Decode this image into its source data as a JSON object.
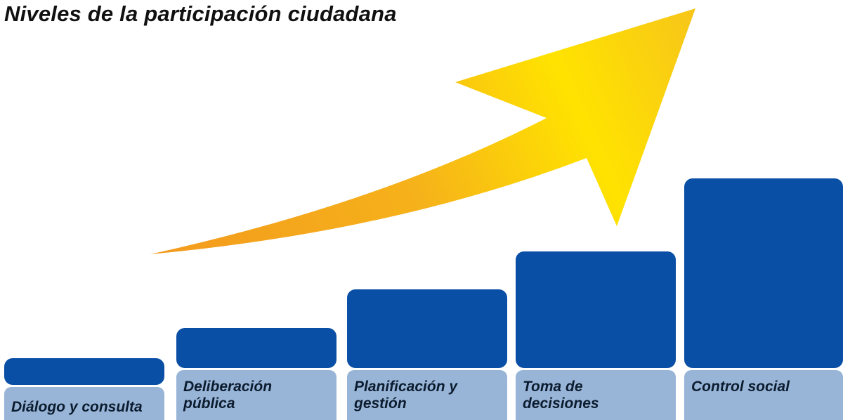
{
  "title": "Niveles de la participación ciudadana",
  "colors": {
    "bar": "#0a4fa6",
    "label_bg": "#98b5d8",
    "arrow_start": "#f39a1e",
    "arrow_end": "#ffe000"
  },
  "icons": {
    "arrow": "upward-curved-arrow-icon"
  },
  "levels": [
    {
      "label": "Diálogo y consulta",
      "rank": 1
    },
    {
      "label": "Deliberación\npública",
      "rank": 2
    },
    {
      "label": "Planificación y\ngestión",
      "rank": 3
    },
    {
      "label": "Toma de\ndecisiones",
      "rank": 4
    },
    {
      "label": "Control social",
      "rank": 5
    }
  ]
}
